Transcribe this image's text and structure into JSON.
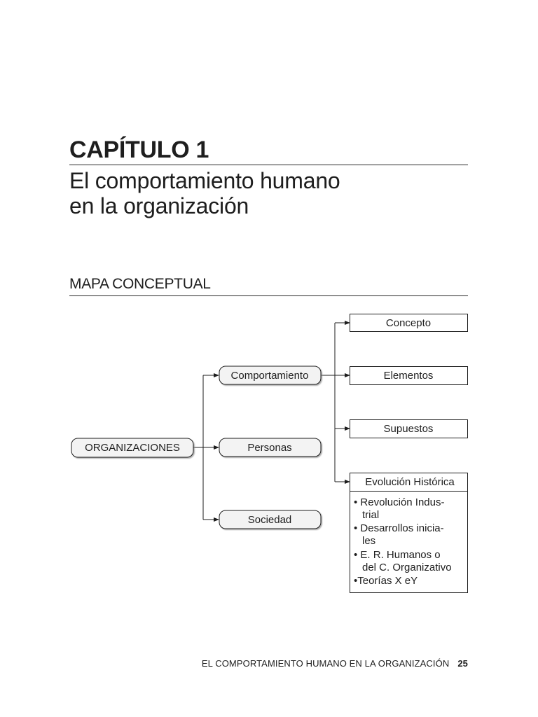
{
  "chapter": {
    "label": "CAPÍTULO 1",
    "title_line1": "El comportamiento humano",
    "title_line2": "en la organización"
  },
  "section": {
    "title": "MAPA CONCEPTUAL"
  },
  "concept_map": {
    "root": "ORGANIZACIONES",
    "level1": [
      "Comportamiento",
      "Personas",
      "Sociedad"
    ],
    "level2": [
      "Concepto",
      "Elementos",
      "Supuestos",
      "Evolución Histórica"
    ],
    "historic_items": [
      [
        "• Revolución Indus-",
        "trial"
      ],
      [
        "• Desarrollos inicia-",
        "les"
      ],
      [
        "• E. R. Humanos o",
        "del C. Organizativo"
      ],
      [
        "•Teorías X eY"
      ]
    ]
  },
  "footer": {
    "running_title": "EL COMPORTAMIENTO HUMANO EN LA ORGANIZACIÓN",
    "page_number": "25"
  }
}
